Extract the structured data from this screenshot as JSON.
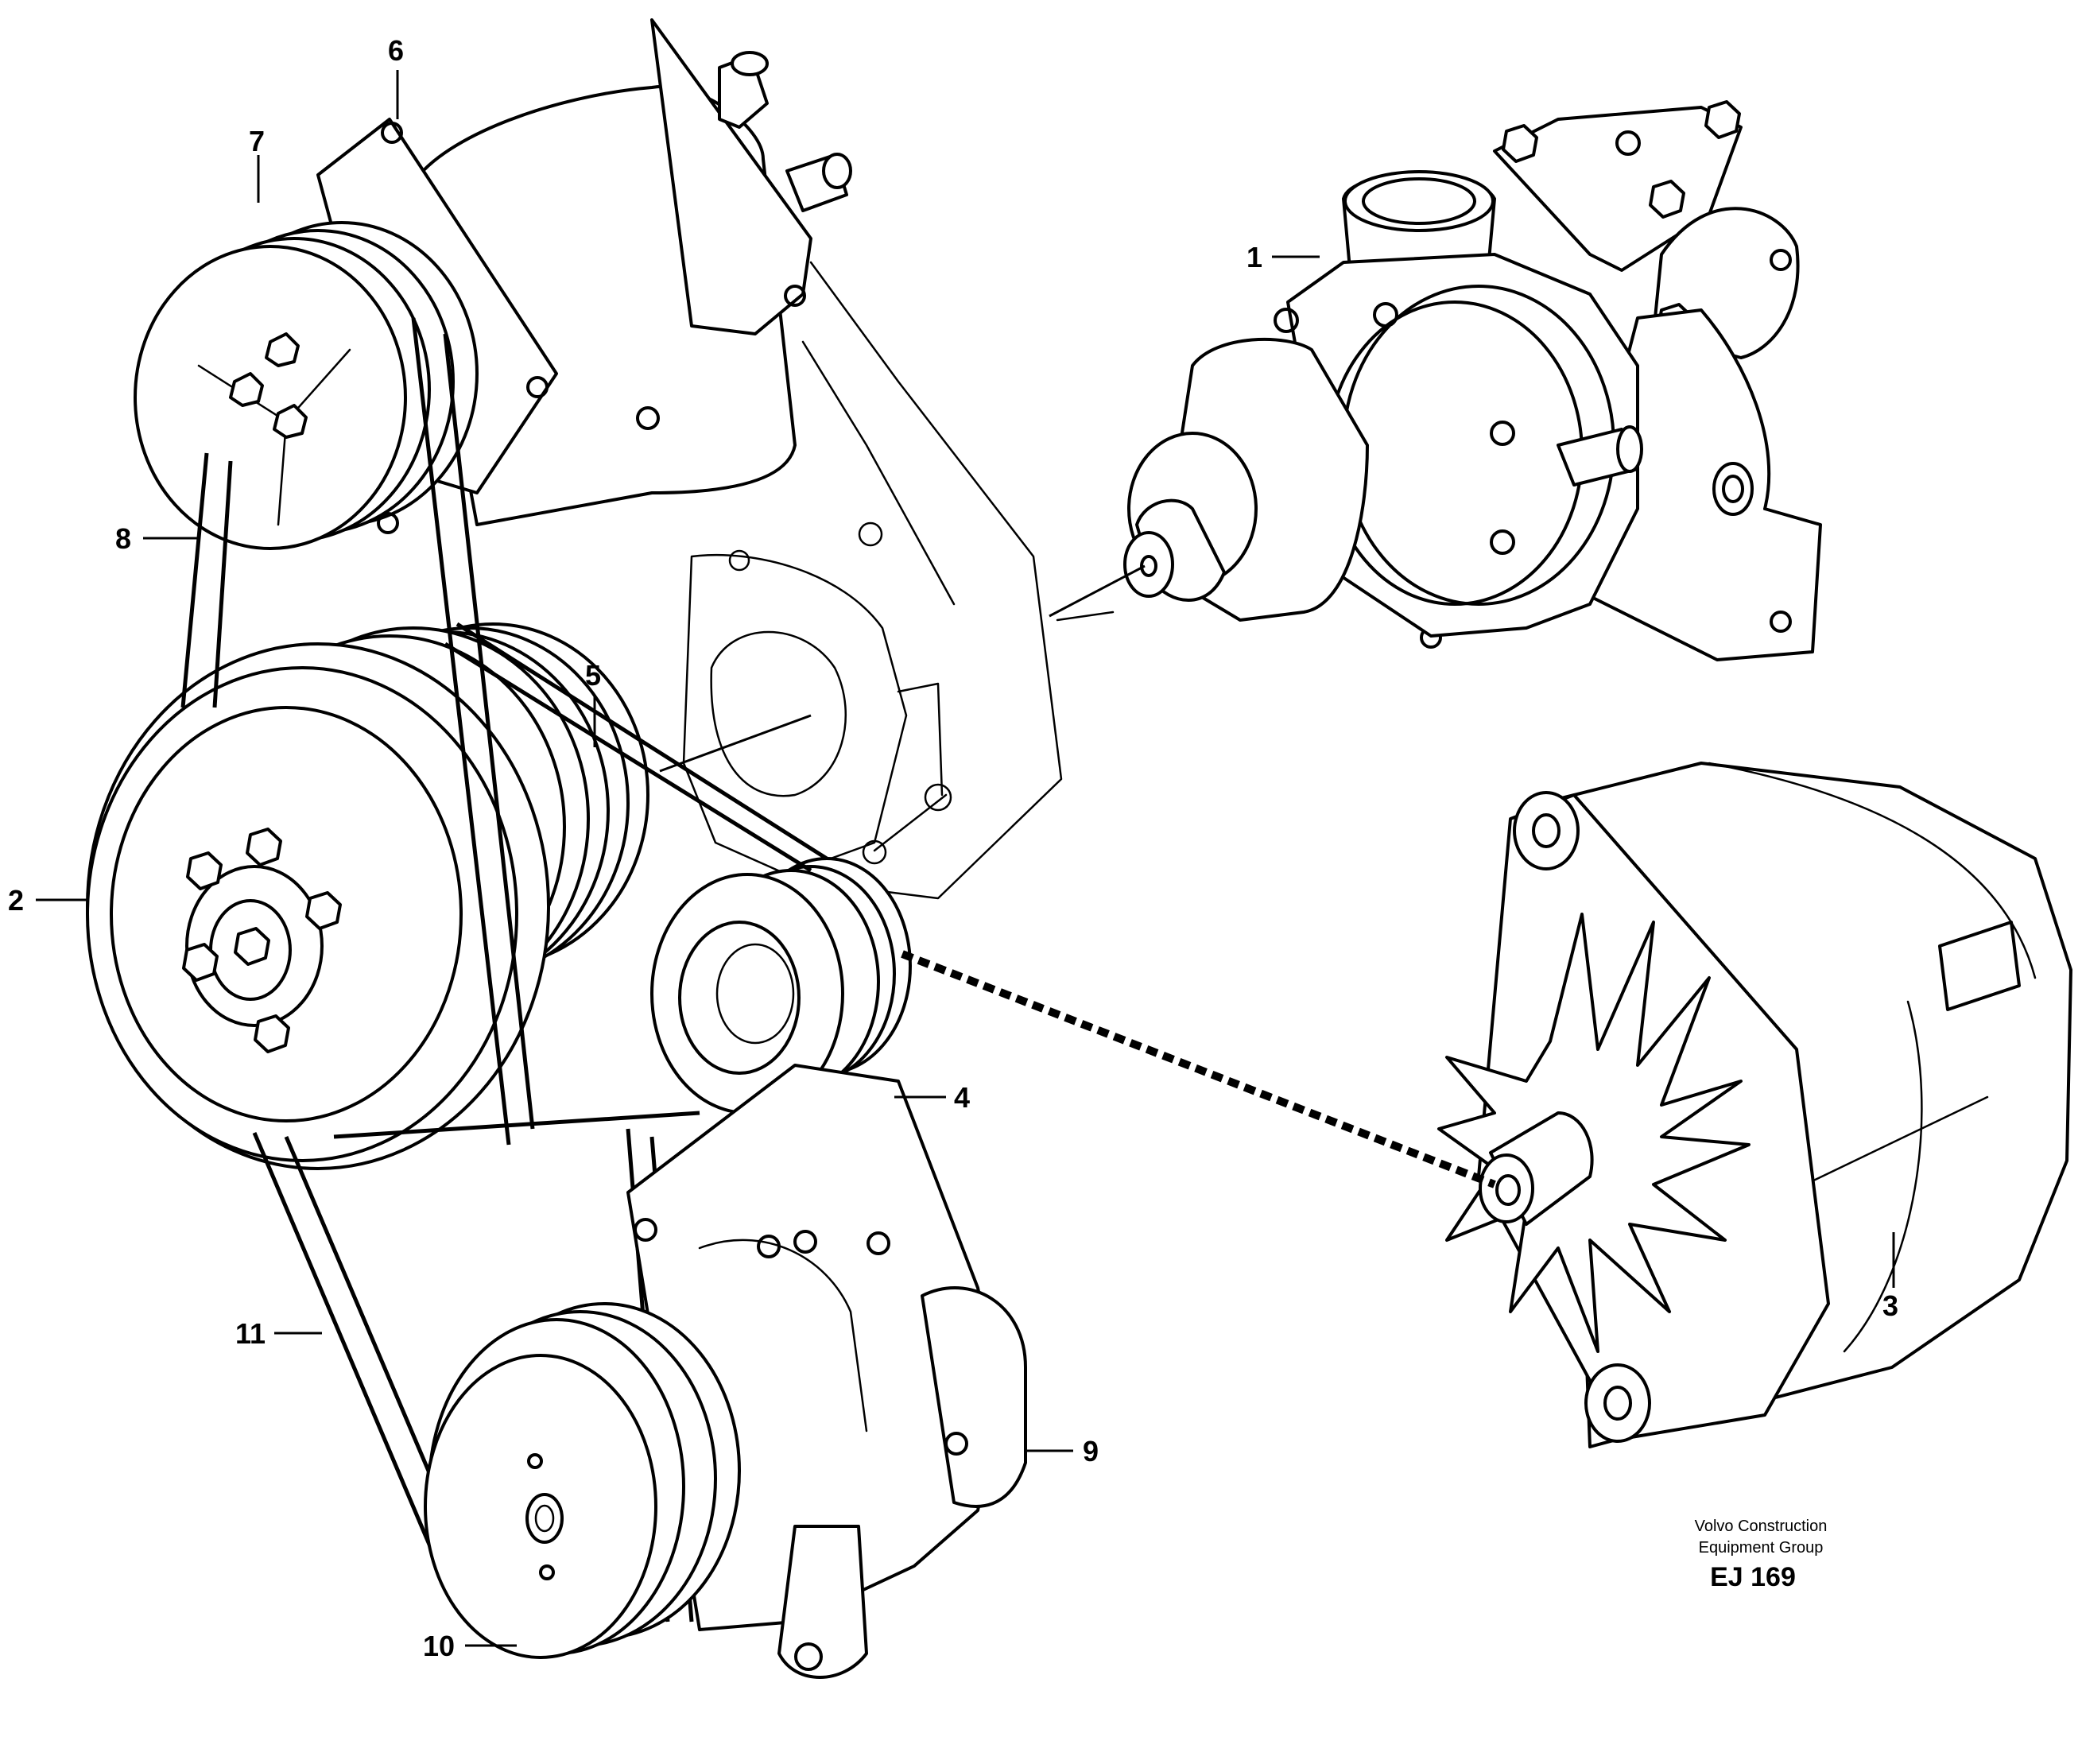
{
  "callouts": {
    "c1": "1",
    "c2": "2",
    "c3": "3",
    "c4": "4",
    "c5": "5",
    "c6": "6",
    "c7": "7",
    "c8": "8",
    "c9": "9",
    "c10": "10",
    "c11": "11"
  },
  "credit": {
    "line1": "Volvo Construction",
    "line2": "Equipment Group",
    "code": "EJ 169"
  }
}
